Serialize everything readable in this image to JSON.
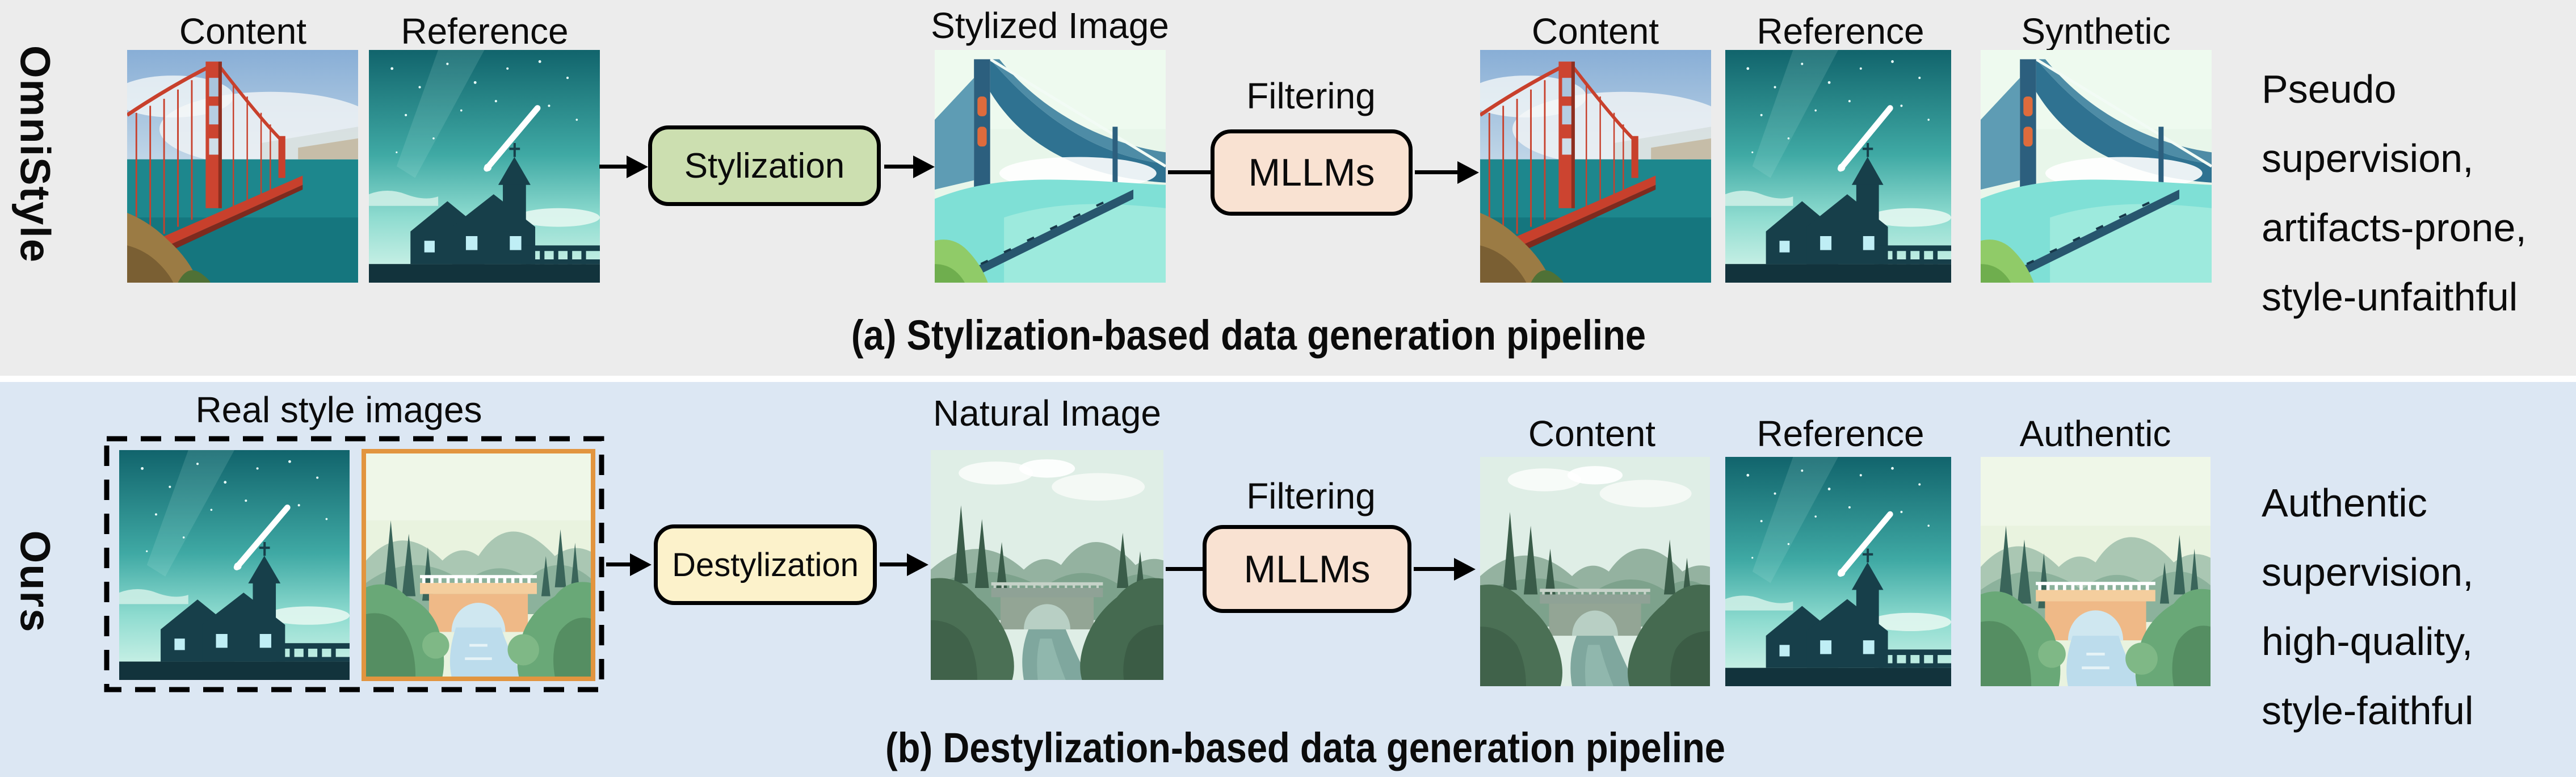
{
  "figure": {
    "top": {
      "side_label": "OmniStyle",
      "content_label": "Content",
      "reference_label": "Reference",
      "stylized_label": "Stylized Image",
      "stylization_box": "Stylization",
      "filtering_label": "Filtering",
      "mllms_box": "MLLMs",
      "out_content_label": "Content",
      "out_reference_label": "Reference",
      "out_synthetic_label": "Synthetic",
      "note": "Pseudo\nsupervision,\nartifacts-prone,\nstyle-unfaithful",
      "caption": "(a) Stylization-based data generation pipeline"
    },
    "bottom": {
      "side_label": "Ours",
      "real_style_label": "Real style images",
      "destylization_box": "Destylization",
      "natural_label": "Natural Image",
      "filtering_label": "Filtering",
      "mllms_box": "MLLMs",
      "out_content_label": "Content",
      "out_reference_label": "Reference",
      "out_authentic_label": "Authentic",
      "note": "Authentic\nsupervision,\nhigh-quality,\nstyle-faithful",
      "caption": "(b) Destylization-based data generation pipeline"
    },
    "colors": {
      "top_band_bg": "#ECECEC",
      "bottom_band_bg": "#DCE7F3",
      "stylization_fill": "#CCDFB0",
      "destylization_fill": "#FCF2CB",
      "mllms_fill": "#F9E2D2",
      "style_image_border": "#E2953F",
      "arrow_color": "#000000"
    }
  }
}
